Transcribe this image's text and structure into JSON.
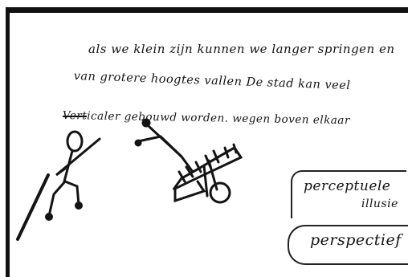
{
  "sketch": {
    "text_lines": [
      "als we klein zijn kunnen we langer springen en",
      "van grotere hoogtes vallen   De stad kan veel",
      "Verticaler gebouwd worden. wegen boven elkaar"
    ],
    "notes": {
      "note1_line1": "perceptuele",
      "note1_line2": "illusie",
      "note2": "perspectief"
    },
    "ink_color": "#141414",
    "icons": [
      "stick-figure-icon",
      "leaping-figure-icon"
    ]
  }
}
